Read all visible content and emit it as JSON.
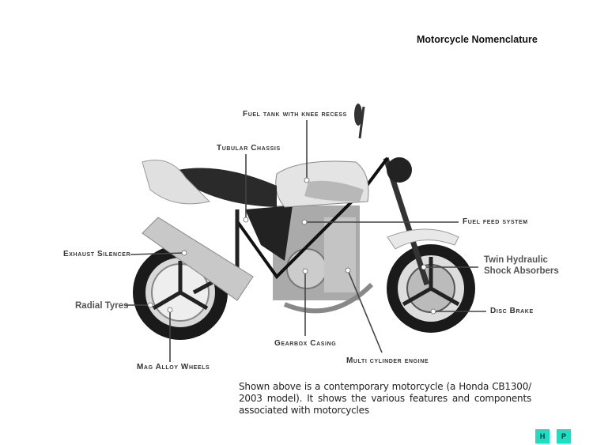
{
  "title": "Motorcycle Nomenclature",
  "labels": {
    "fuel_tank": "Fuel tank with knee recess",
    "tubular_chassis": "Tubular Chassis",
    "fuel_feed": "Fuel feed system",
    "exhaust_silencer": "Exhaust Silencer",
    "twin_hydraulic_1": "Twin Hydraulic",
    "twin_hydraulic_2": "Shock Absorbers",
    "radial_tyres": "Radial Tyres",
    "disc_brake": "Disc Brake",
    "gearbox_casing": "Gearbox Casing",
    "multi_cylinder": "Multi cylinder engine",
    "mag_alloy": "Mag Alloy Wheels"
  },
  "description": "Shown above is a contemporary motorcycle (a Honda CB1300/ 2003 model). It shows the various features and components associated with motorcycles",
  "nav": {
    "home": "H",
    "prev": "P"
  },
  "colors": {
    "nav_button": "#19e0c4"
  }
}
